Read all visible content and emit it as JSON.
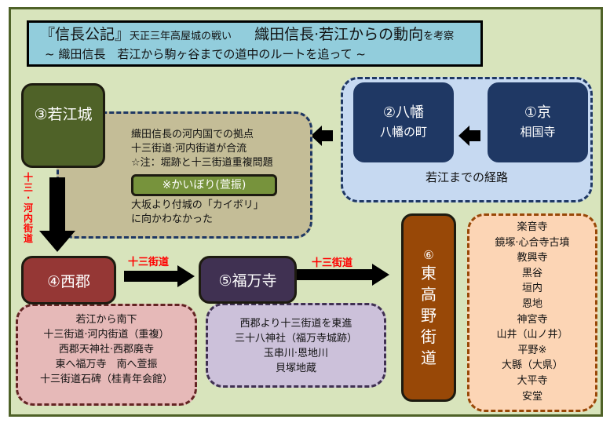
{
  "header": {
    "title_main_a": "『信長公記』",
    "title_small_a": "天正三年高屋城の戦い",
    "title_main_b": "織田信長·若江からの動向",
    "title_small_b": "を考察",
    "subtitle": "~ 織田信長　若江から駒ヶ谷までの道中のルートを追って ~"
  },
  "route_group": {
    "caption": "若江までの経路",
    "nodes": [
      {
        "id": "kyo",
        "title": "①京",
        "sub": "相国寺"
      },
      {
        "id": "yawata",
        "title": "②八幡",
        "sub": "八幡の町"
      }
    ]
  },
  "wakae": {
    "title": "③若江城",
    "notes": [
      "織田信長の河内国での拠点",
      "十三街道·河内街道が合流",
      "☆注：堀跡と十三街道重複問題"
    ],
    "tag": "※かいぼり(萱振)",
    "notes2": [
      "大坂より付城の「カイボリ」",
      "に向かわなかった"
    ]
  },
  "road_labels": {
    "vertical": [
      "十",
      "三",
      "·",
      "河",
      "内",
      "街",
      "道"
    ],
    "nishigori_to_fukumanji": "十三街道",
    "fukumanji_to_higashi": "十三街道"
  },
  "nishigori": {
    "title": "④西郡",
    "notes": [
      "若江から南下",
      "十三街道·河内街道（重複）",
      "西郡天神社·西郡廃寺",
      "東へ福万寺　南へ萱振",
      "十三街道石碑（桂青年会館）"
    ]
  },
  "fukumanji": {
    "title": "⑤福万寺",
    "notes": [
      "西郡より十三街道を東進",
      "三十八神社（福万寺城跡）",
      "玉串川·恩地川",
      "貝塚地蔵"
    ]
  },
  "higashi_koya": {
    "title_chars": [
      "⑥",
      "東",
      "高",
      "野",
      "街",
      "道"
    ],
    "places": [
      "楽音寺",
      "鏡塚·心合寺古墳",
      "教興寺",
      "黒谷",
      "垣内",
      "恩地",
      "神宮寺",
      "山井（山ノ井）",
      "平野※",
      "大縣（大県）",
      "大平寺",
      "安堂"
    ]
  },
  "colors": {
    "background": "#d8e4bc",
    "frame": "#4f6228",
    "header_bg": "#92cddc",
    "route_group_bg": "#c6d9f1",
    "navy_box": "#1f3864",
    "wakae_box": "#4f6228",
    "wakae_note_bg": "#c4bd97",
    "tag_bg": "#77933c",
    "nishigori_box": "#953735",
    "nishigori_note_bg": "#e6b9b8",
    "fukumanji_box": "#403152",
    "fukumanji_note_bg": "#ccc1da",
    "higashi_box": "#984807",
    "higashi_note_bg": "#fcd5b5",
    "road_label": "#ff0000"
  }
}
